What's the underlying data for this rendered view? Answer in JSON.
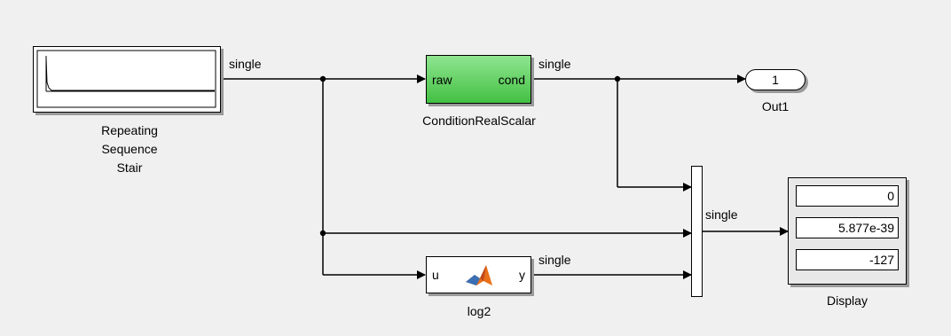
{
  "diagram": {
    "blocks": {
      "stair": {
        "name_lines": [
          "Repeating",
          "Sequence",
          "Stair"
        ]
      },
      "condition": {
        "name": "ConditionRealScalar",
        "in_port": "raw",
        "out_port": "cond",
        "fill": "#5fd35f"
      },
      "out1": {
        "name": "Out1",
        "port_number": "1"
      },
      "log2": {
        "name": "log2",
        "in_port": "u",
        "out_port": "y",
        "icon": "matlab-function-icon"
      },
      "display": {
        "name": "Display",
        "values": [
          "0",
          "5.877e-39",
          "-127"
        ]
      },
      "mux": {
        "name": ""
      }
    },
    "signal_labels": {
      "stair_out": "single",
      "condition_out": "single",
      "log2_out": "single",
      "mux_out": "single"
    }
  }
}
